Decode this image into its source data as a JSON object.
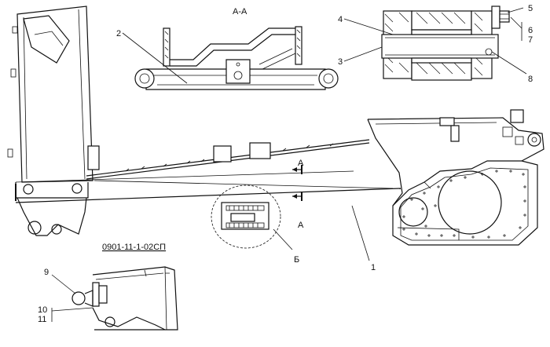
{
  "drawing_code": "0901-11-1-02СП",
  "section_title": "А-А",
  "section_mark_upper": "А",
  "section_mark_lower": "А",
  "detail_label": "Б",
  "callouts": {
    "c1": "1",
    "c2": "2",
    "c3": "3",
    "c4": "4",
    "c5": "5",
    "c6": "6",
    "c7": "7",
    "c8": "8",
    "c9": "9",
    "c10": "10",
    "c11": "11"
  }
}
